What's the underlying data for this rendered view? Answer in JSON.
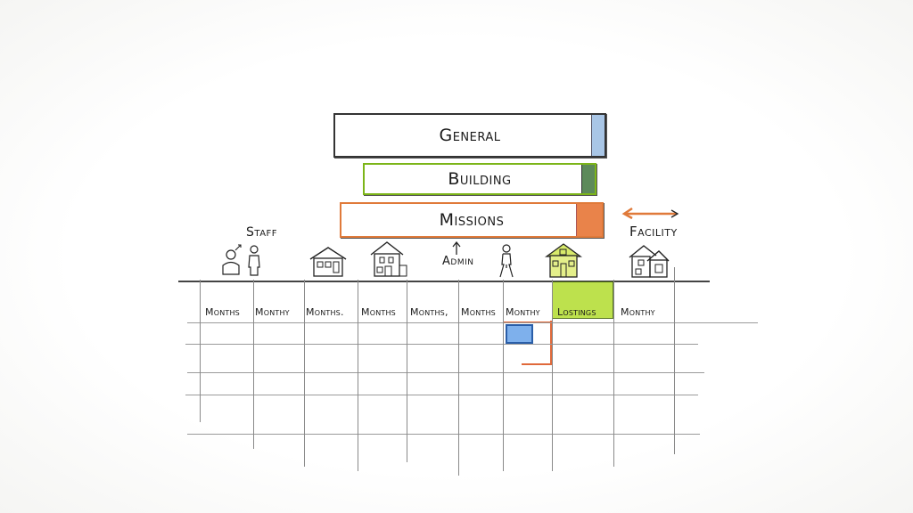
{
  "diagram": {
    "stack": [
      {
        "label": "General",
        "color": "#a9c6e6"
      },
      {
        "label": "Building",
        "color": "#7cb518"
      },
      {
        "label": "Missions",
        "color": "#e07a3a"
      }
    ],
    "annotations": {
      "staff": "Staff",
      "admin": "Admin",
      "facility": "Facility"
    },
    "icons": [
      {
        "name": "staff-person-icon",
        "note": "person with gender symbol and seated person"
      },
      {
        "name": "person-icon"
      },
      {
        "name": "house-icon"
      },
      {
        "name": "two-story-house-icon"
      },
      {
        "name": "walking-person-icon"
      },
      {
        "name": "green-house-icon",
        "color": "#c8e05a"
      },
      {
        "name": "facility-house-icon"
      }
    ],
    "columns": [
      "Months",
      "Monthy",
      "Months.",
      "Months",
      "Months,",
      "Months",
      "Monthy",
      "Lostings",
      "Monthy"
    ],
    "highlights": {
      "green_column_color": "#b6de3a",
      "blue_cell_color": "#7eb0ec",
      "orange_outline_color": "#e0693a"
    }
  }
}
